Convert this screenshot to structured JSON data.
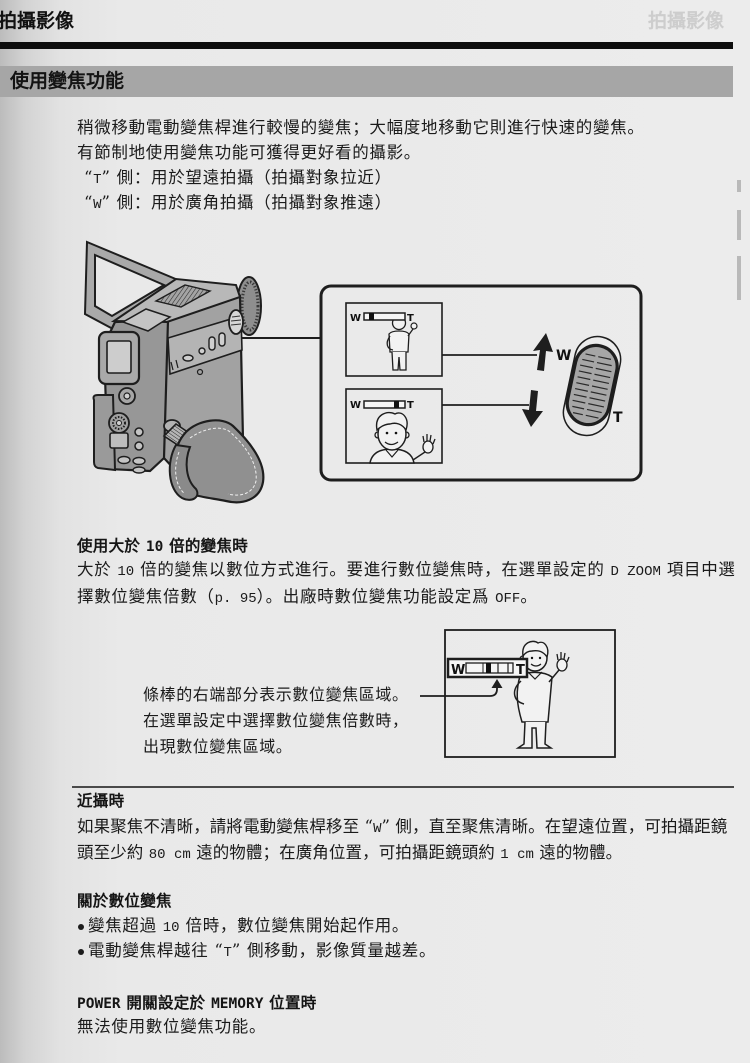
{
  "page": {
    "running_header": "拍攝影像",
    "running_header_bleed_through": "拍攝影像",
    "section_title": "使用變焦功能"
  },
  "intro": {
    "lines": [
      "稍微移動電動變焦桿進行較慢的變焦；大幅度地移動它則進行快速的變焦。",
      "有節制地使用變焦功能可獲得更好看的攝影。"
    ],
    "sides": [
      "“T” 側：用於望遠拍攝（拍攝對象拉近）",
      "“W” 側：用於廣角拍攝（拍攝對象推遠）"
    ]
  },
  "figure_zoom_lever": {
    "panel_wide": {
      "bar_left": "W",
      "bar_right": "T",
      "bar_position": "near-W"
    },
    "panel_tele": {
      "bar_left": "W",
      "bar_right": "T",
      "bar_position": "near-T"
    },
    "lever_labels": {
      "wide": "W",
      "tele": "T"
    },
    "icons": [
      "camcorder-icon",
      "arrow-up-icon",
      "arrow-down-icon",
      "zoom-lever-icon"
    ]
  },
  "zoom_over_10x": {
    "heading": "使用大於 10 倍的變焦時",
    "lines": [
      "大於 10 倍的變焦以數位方式進行。要進行數位變焦時，在選單設定的 D ZOOM 項目中選",
      "擇數位變焦倍數（p. 95）。出廠時數位變焦功能設定爲 OFF。"
    ],
    "callout_lines": [
      "條棒的右端部分表示數位變焦區域。",
      "在選單設定中選擇數位變焦倍數時，",
      "出現數位變焦區域。"
    ],
    "bar": {
      "left": "W",
      "right": "T"
    }
  },
  "closeup": {
    "heading": "近攝時",
    "lines": [
      "如果聚焦不清晰，請將電動變焦桿移至 “W” 側，直至聚焦清晰。在望遠位置，可拍攝距鏡",
      "頭至少約 80 cm 遠的物體；在廣角位置，可拍攝距鏡頭約 1 cm 遠的物體。"
    ]
  },
  "about_digital_zoom": {
    "heading": "關於數位變焦",
    "bullets": [
      "變焦超過 10 倍時，數位變焦開始起作用。",
      "電動變焦桿越往 “T” 側移動，影像質量越差。"
    ]
  },
  "memory_mode": {
    "heading": "POWER 開關設定於 MEMORY 位置時",
    "text": "無法使用數位變焦功能。"
  },
  "colors": {
    "header_rule": "#0d0d0d",
    "section_bar": "#a6a6a6",
    "text": "#1b1b1b",
    "page": "#ececec",
    "illustration_fill": "#9e9e9e"
  }
}
